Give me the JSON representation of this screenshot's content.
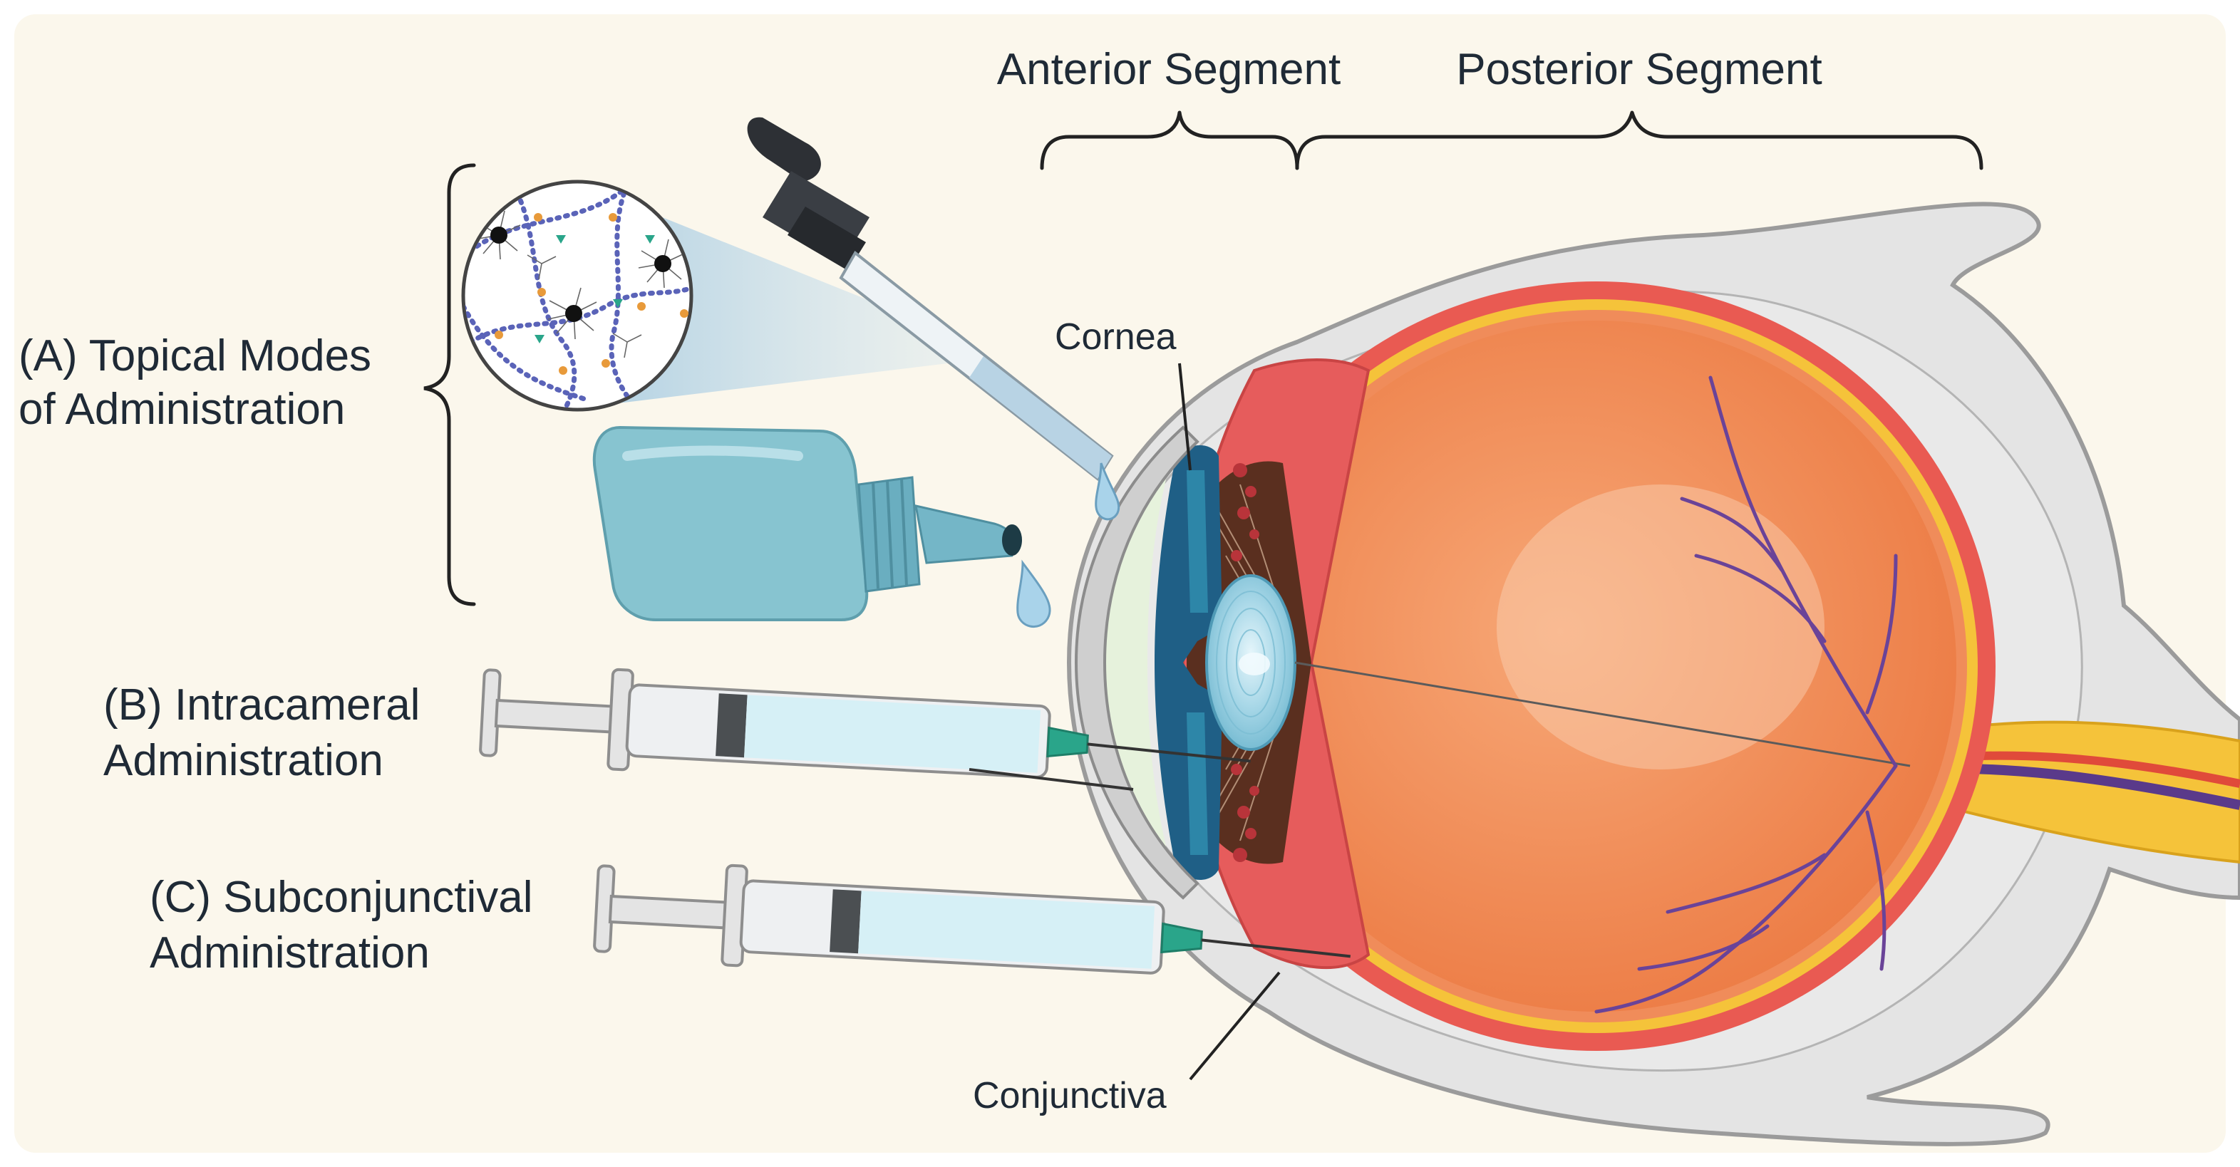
{
  "segments": {
    "anterior": "Anterior Segment",
    "posterior": "Posterior Segment"
  },
  "labels": {
    "cornea": "Cornea",
    "conjunctiva": "Conjunctiva"
  },
  "routes": {
    "topical": {
      "line1": "(A) Topical Modes",
      "line2": "of Administration"
    },
    "intracameral": {
      "line1": "(B) Intracameral",
      "line2": "Administration"
    },
    "subconjunctival": {
      "line1": "(C) Subconjunctival",
      "line2": "Administration"
    }
  },
  "colors": {
    "background": "#fbf7ec",
    "sclera": "#e4e4e4",
    "choroid": "#e95a52",
    "retina": "#f5c33a",
    "vitreous": "#f08a50",
    "lens": "#9fd2e4",
    "iris": "#1f5f86",
    "nerve": "#f5c33a",
    "vessel": "#5a3a8a",
    "syringe_fluid": "#d6f0f6",
    "needle_hub": "#2aa58a",
    "bottle": "#87c4d0",
    "dropper_bulb": "#2d3035"
  },
  "icons": [
    "nanocarrier-magnified-icon",
    "dropper-icon",
    "eye-drop-bottle-icon",
    "syringe-icon",
    "eye-cross-section-icon"
  ]
}
